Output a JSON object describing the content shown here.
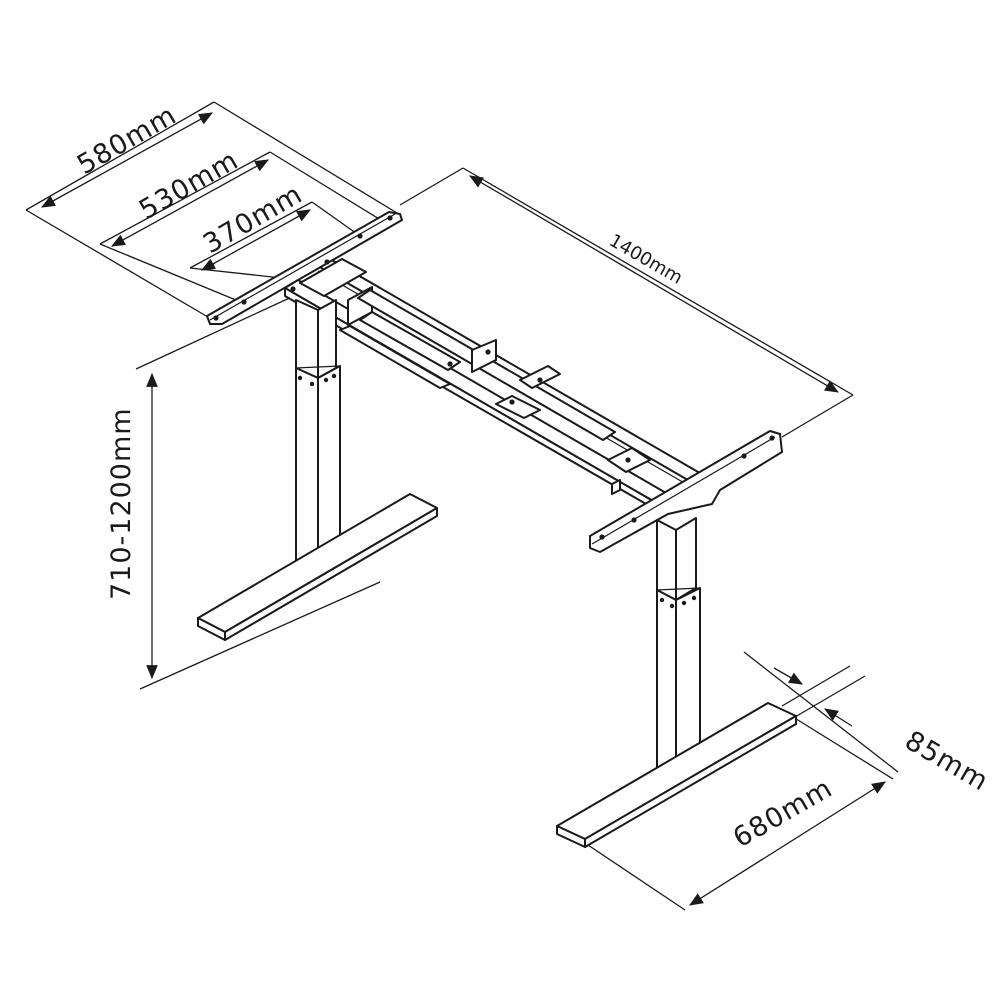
{
  "dimensions": {
    "top_plate_outer_width": "580mm",
    "top_plate_hole_spacing": "530mm",
    "top_plate_inner_width": "370mm",
    "frame_length": "1400mm",
    "height_range": "710-1200mm",
    "foot_width": "85mm",
    "foot_length": "680mm"
  },
  "colors": {
    "line": "#1a1a1a",
    "background": "#ffffff"
  }
}
